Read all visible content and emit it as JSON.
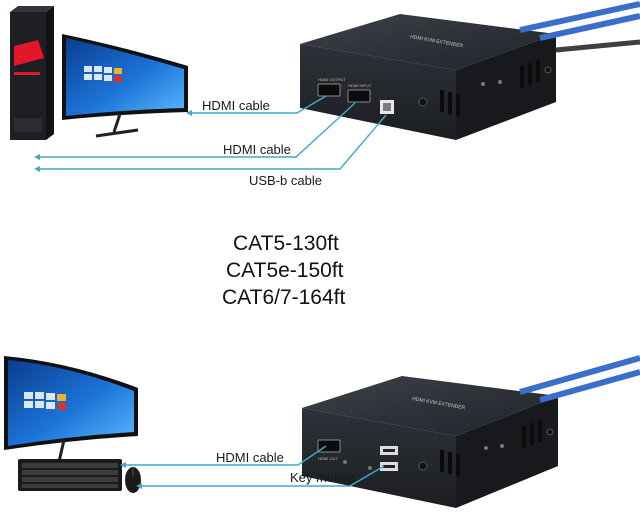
{
  "top_section": {
    "cable_labels": [
      "HDMI cable",
      "HDMI cable",
      "USB-b cable"
    ],
    "device_text": "HDMI KVM EXTENDER",
    "port_labels": [
      "HDMI OUTPUT",
      "HDMI INPUT"
    ]
  },
  "specs": {
    "lines": [
      "CAT5-130ft",
      "CAT5e-150ft",
      "CAT6/7-164ft"
    ]
  },
  "bottom_section": {
    "cable_labels": [
      "HDMI cable",
      "Key mouse"
    ],
    "device_text": "HDMI KVM EXTENDER",
    "port_labels": [
      "HDMI OUT"
    ]
  },
  "colors": {
    "cable_line": "#3fa9c8",
    "network_cable": "#3a6fc9",
    "device_body": "#2b2f35",
    "monitor_screen": "#1c74d8",
    "pc_accent": "#e0182a"
  }
}
